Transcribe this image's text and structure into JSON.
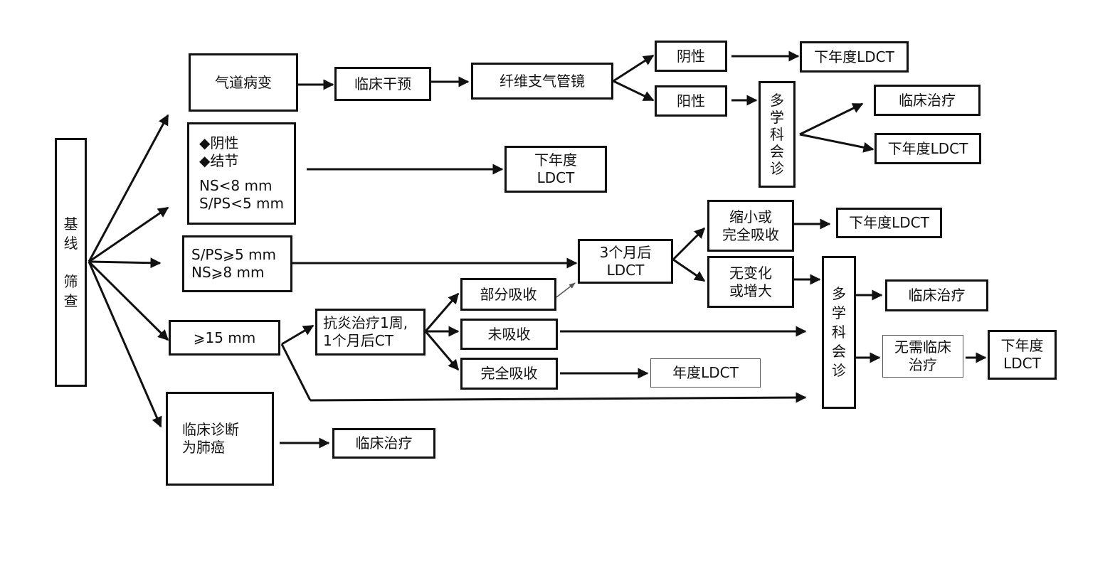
{
  "nodes": {
    "baseline": "基\n线\n\n筛\n查",
    "airway": "气道病变",
    "clinical_intervention": "临床干预",
    "bronchoscope": "纤维支气管镜",
    "negative_top": "阴性",
    "ldct_top": "下年度LDCT",
    "positive_top": "阳性",
    "mdt_top": "多\n学\n科\n会\n诊",
    "treat_top": "临床治疗",
    "ldct_top2": "下年度LDCT",
    "neg_bullet1": "◆阴性",
    "neg_bullet2": "◆结节",
    "neg_ns": " NS<8 mm",
    "neg_sps": " S/PS<5 mm",
    "ldct_mid": "下年度\nLDCT",
    "sps_ge5": "S/PS⩾5 mm\nNS⩾8 mm",
    "three_months": "3个月后\nLDCT",
    "shrink": "缩小或\n完全吸收",
    "ldct_right": "下年度LDCT",
    "nochange": "无变化\n或增大",
    "mdt_right": "多\n学\n科\n会\n诊",
    "treat_right": "临床治疗",
    "no_treat": "无需临床\n治疗",
    "ldct_far": "下年度\nLDCT",
    "ge15": "⩾15 mm",
    "antiinflam": "抗炎治疗1周,\n1个月后CT",
    "partial": "部分吸收",
    "unabsorbed": "未吸收",
    "complete": "完全吸收",
    "annual_ldct": "年度LDCT",
    "diag_cancer": "临床诊断\n为肺癌",
    "treat_bottom": "临床治疗"
  },
  "colors": {
    "line": "#111111",
    "box_border": "#111111",
    "light_border": "#666666"
  }
}
